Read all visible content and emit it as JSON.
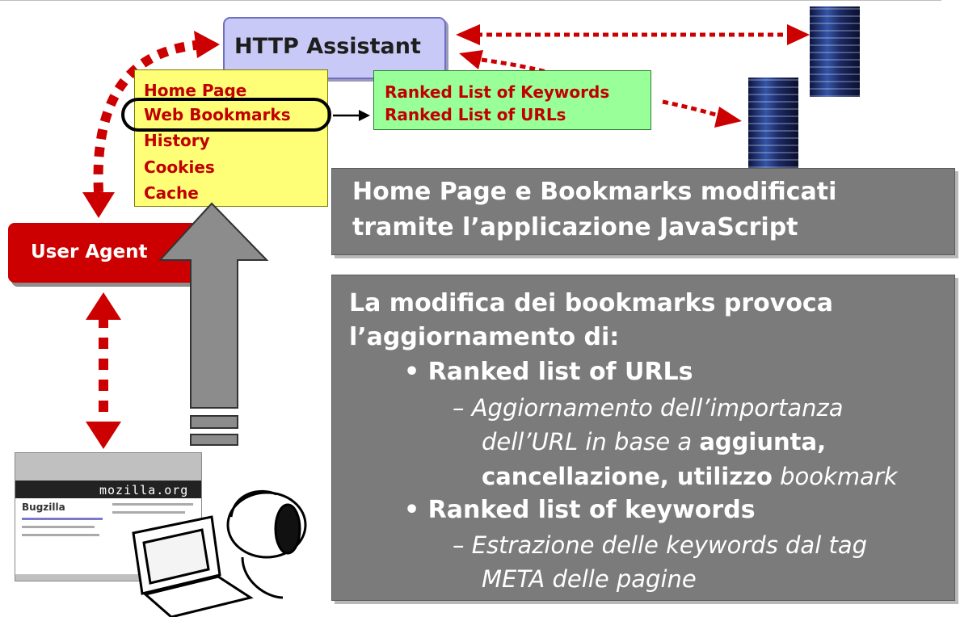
{
  "http_assistant": {
    "title": "HTTP Assistant"
  },
  "browser_data": {
    "items": [
      "Home Page",
      "Web Bookmarks",
      "History",
      "Cookies",
      "Cache"
    ]
  },
  "ranked_lists": {
    "items": [
      "Ranked List of Keywords",
      "Ranked List of URLs"
    ]
  },
  "user_agent": {
    "label": "User Agent"
  },
  "note1": {
    "line1": "Home Page e Bookmarks modificati",
    "line2": "tramite l’applicazione JavaScript"
  },
  "note2": {
    "line1": "La modifica dei bookmarks provoca",
    "line2": "l’aggiornamento di:",
    "bullet1": "• Ranked list of URLs",
    "sub1_line1": "– Aggiornamento dell’importanza",
    "sub1_line2_italic": "dell’URL in base a",
    "sub1_line2_bold": "aggiunta,",
    "sub1_line3_bold": "cancellazione, utilizzo",
    "sub1_line3_italic": "bookmark",
    "bullet2": "• Ranked list of keywords",
    "sub2_line1": "– Estrazione delle keywords dal tag",
    "sub2_line2": "META delle pagine"
  },
  "browser_screenshot": {
    "logo_text": "mozilla.org",
    "heading": "Bugzilla"
  },
  "colors": {
    "arrow_red": "#cc0000",
    "http_box": "#c9c9f7",
    "yellow_box": "#ffff77",
    "green_box": "#99ff99",
    "note_gray": "#7b7b7b"
  }
}
